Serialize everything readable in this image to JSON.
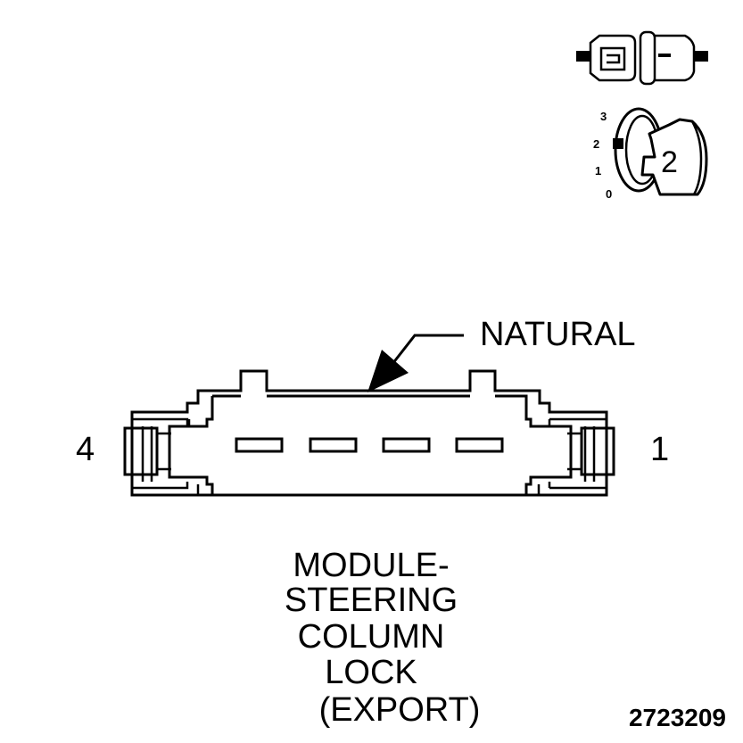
{
  "connector": {
    "color_label": "NATURAL",
    "pin_left": "4",
    "pin_right": "1",
    "title_lines": [
      "MODULE-",
      "STEERING",
      "COLUMN",
      "LOCK",
      "(EXPORT)"
    ]
  },
  "connector_icon": {
    "name": "connector-mating-icon"
  },
  "ignition_icon": {
    "positions": [
      "3",
      "2",
      "1",
      "0"
    ],
    "current_position": "2"
  },
  "figure_number": "2723209"
}
